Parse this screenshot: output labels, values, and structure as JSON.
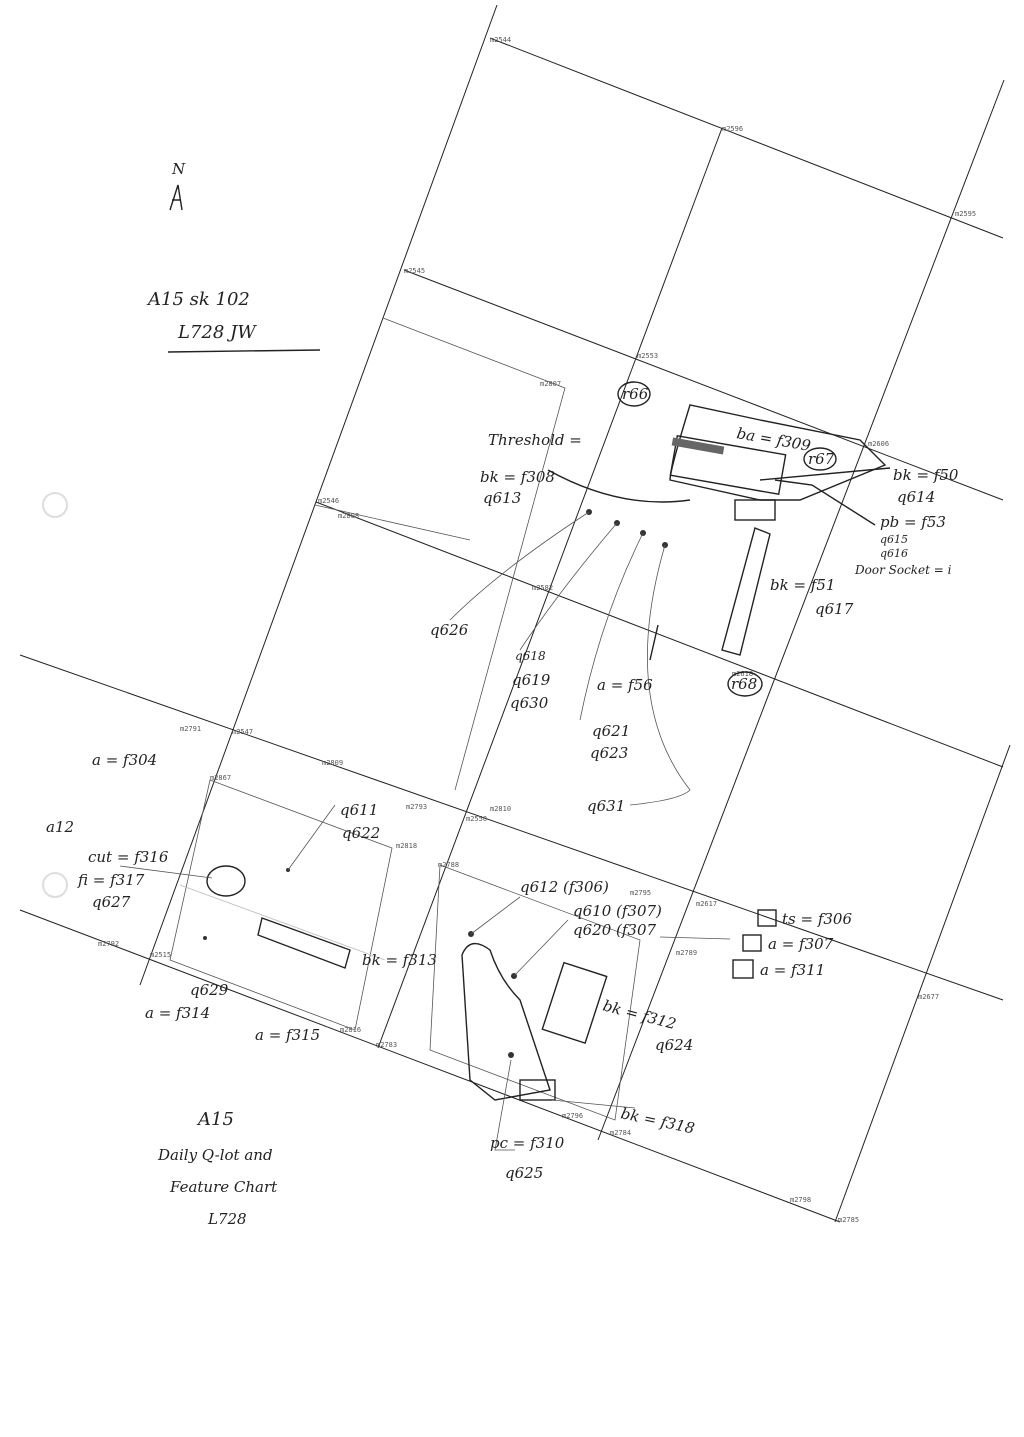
{
  "north_arrow": "N",
  "title": {
    "line1": "A15 sk 102",
    "line2": "L728 JW"
  },
  "caption": {
    "line1": "A15",
    "line2": "Daily Q-lot and",
    "line3": "Feature Chart",
    "line4": "L728"
  },
  "grid_markers": [
    "m2544",
    "m2596",
    "m2595",
    "m2545",
    "m2553",
    "m2606",
    "m2546",
    "m2582",
    "m2618",
    "m2547",
    "m2550",
    "m2617",
    "m2677",
    "m2785",
    "m2798",
    "m2807",
    "m2808",
    "m2791",
    "m2809",
    "m2867",
    "m2793",
    "m2810",
    "m2818",
    "m2788",
    "m2795",
    "m2789",
    "m2792",
    "m2515",
    "m2816",
    "m2783",
    "m2784",
    "m2796"
  ],
  "reference_points": [
    "r66",
    "r67",
    "r68"
  ],
  "labels": {
    "threshold": "Threshold =",
    "bk_f308": "bk = f308",
    "q613": "q613",
    "ba_f309": "ba = f309",
    "bk_f50": "bk = f50",
    "q614": "q614",
    "pb_f53": "pb = f53",
    "q615": "q615",
    "q616": "q616",
    "door_socket": "Door Socket = i",
    "bk_f51": "bk = f51",
    "q617": "q617",
    "q626": "q626",
    "q618": "q618",
    "q619": "q619",
    "q630": "q630",
    "a_f56": "a = f56",
    "q621": "q621",
    "q623": "q623",
    "q631": "q631",
    "a_f304": "a = f304",
    "a12": "a12",
    "cut_f316": "cut = f316",
    "fi_f317": "fi = f317",
    "q627": "q627",
    "q611": "q611",
    "q622": "q622",
    "bk_f313": "bk = f313",
    "q629": "q629",
    "a_f314": "a = f314",
    "a_f315": "a = f315",
    "q612": "q612 (f306)",
    "q610": "q610 (f307)",
    "q620": "q620 (f307",
    "bk_f312": "bk = f312",
    "q624": "q624",
    "bk_f318": "bk = f318",
    "pc_f310": "pc = f310",
    "q625": "q625"
  },
  "legend": [
    {
      "label": "ts = f306"
    },
    {
      "label": "a = f307"
    },
    {
      "label": "a = f311"
    }
  ]
}
